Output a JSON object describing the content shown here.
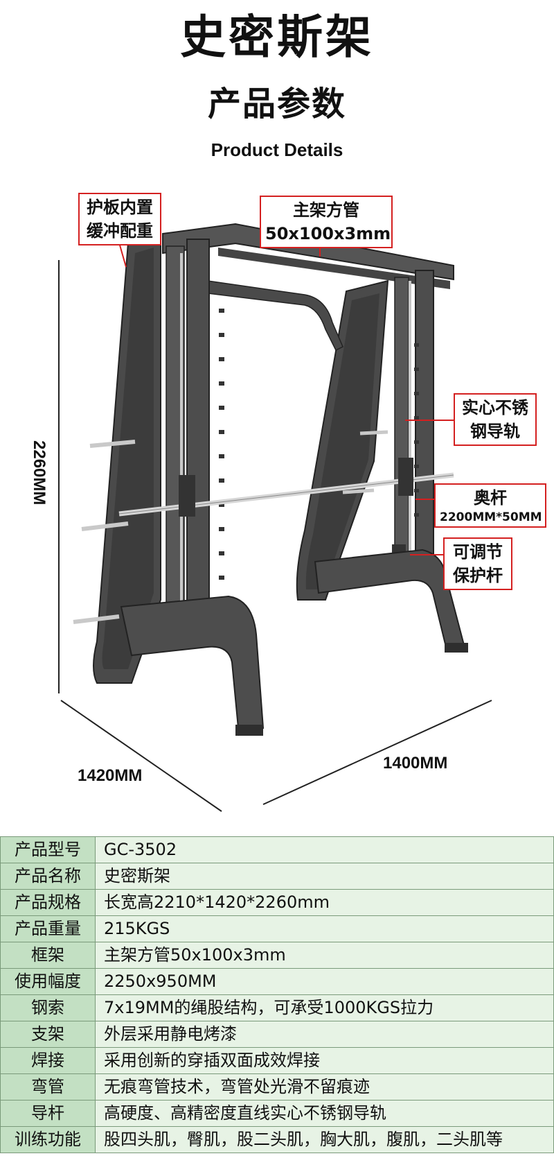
{
  "title": "史密斯架",
  "subtitle": "产品参数",
  "subtitle_en": "Product Details",
  "callouts": {
    "guard": [
      "护板内置",
      "缓冲配重"
    ],
    "frame_tube": [
      "主架方管",
      "50x100x3mm"
    ],
    "guide_rail": [
      "实心不锈",
      "钢导轨"
    ],
    "barbell": [
      "奥杆",
      "2200MM*50MM"
    ],
    "safety_bar": [
      "可调节",
      "保护杆"
    ]
  },
  "dimensions": {
    "height": "2260MM",
    "width": "1420MM",
    "depth": "1400MM"
  },
  "specs": [
    {
      "label": "产品型号",
      "value": "GC-3502"
    },
    {
      "label": "产品名称",
      "value": "史密斯架"
    },
    {
      "label": "产品规格",
      "value": "长宽高2210*1420*2260mm"
    },
    {
      "label": "产品重量",
      "value": "215KGS"
    },
    {
      "label": "框架",
      "value": "主架方管50x100x3mm"
    },
    {
      "label": "使用幅度",
      "value": "2250x950MM"
    },
    {
      "label": "钢索",
      "value": "7x19MM的绳股结构，可承受1000KGS拉力"
    },
    {
      "label": "支架",
      "value": "外层采用静电烤漆"
    },
    {
      "label": "焊接",
      "value": "采用创新的穿插双面成效焊接"
    },
    {
      "label": "弯管",
      "value": "无痕弯管技术，弯管处光滑不留痕迹"
    },
    {
      "label": "导杆",
      "value": "高硬度、高精密度直线实心不锈钢导轨"
    },
    {
      "label": "训练功能",
      "value": "股四头肌，臀肌，股二头肌，胸大肌，腹肌，二头肌等"
    }
  ],
  "colors": {
    "callout_border": "#d42020",
    "label_bg": "#c3e0c3",
    "value_bg": "#e7f3e5",
    "frame": "#3a3a3a"
  }
}
